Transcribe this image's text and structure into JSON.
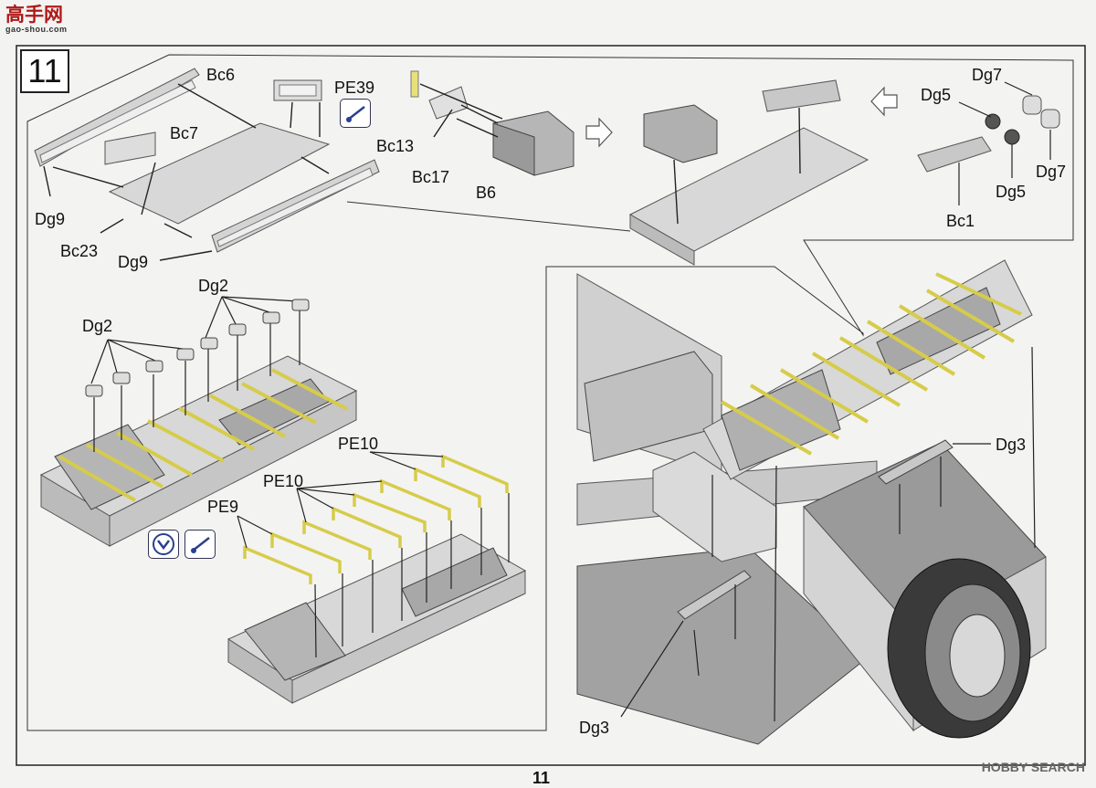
{
  "header": {
    "logo_chars": "高手网",
    "logo_url": "gao-shou.com",
    "step_number": "11"
  },
  "labels": {
    "bc6": "Bc6",
    "bc7": "Bc7",
    "dg9_a": "Dg9",
    "bc23": "Bc23",
    "dg9_b": "Dg9",
    "pe39": "PE39",
    "bc13": "Bc13",
    "bc17": "Bc17",
    "b6": "B6",
    "dg7_a": "Dg7",
    "dg5_a": "Dg5",
    "dg7_b": "Dg7",
    "dg5_b": "Dg5",
    "bc1": "Bc1",
    "dg2_a": "Dg2",
    "dg2_b": "Dg2",
    "pe10_a": "PE10",
    "pe10_b": "PE10",
    "pe9": "PE9",
    "dg3_a": "Dg3",
    "dg3_b": "Dg3"
  },
  "footer": {
    "page_number": "11",
    "watermark": "HOBBY SEARCH"
  },
  "colors": {
    "frame_line": "#222222",
    "part_fill": "#cfcfcf",
    "part_stroke": "#555555",
    "photo_etch": "#e8e07a",
    "mesh": "#888888",
    "tire": "#3a3a3a",
    "bg": "#f3f3f1"
  }
}
